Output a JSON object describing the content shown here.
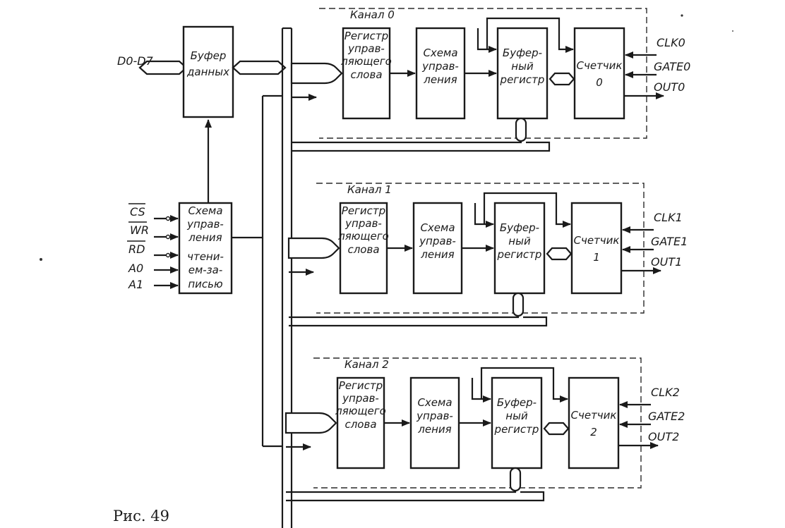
{
  "data_bus_label": "D0-D7",
  "data_buffer": [
    "Буфер",
    "данных"
  ],
  "control_logic": [
    "Схема",
    "управ-",
    "ления",
    "чтени-",
    "ем-за-",
    "писью"
  ],
  "control_signals": [
    "CS",
    "WR",
    "RD",
    "A0",
    "A1"
  ],
  "channels": [
    {
      "title": "Канал 0",
      "control_word_register": [
        "Регистр",
        "управ-",
        "ляющего",
        "слова"
      ],
      "control_circuit": [
        "Схема",
        "управ-",
        "ления"
      ],
      "buffer_register": [
        "Буфер-",
        "ный",
        "регистр"
      ],
      "counter": [
        "Счетчик",
        "0"
      ],
      "signals": [
        "CLK0",
        "GATE0",
        "OUT0"
      ]
    },
    {
      "title": "Канал 1",
      "control_word_register": [
        "Регистр",
        "управ-",
        "ляющего",
        "слова"
      ],
      "control_circuit": [
        "Схема",
        "управ-",
        "ления"
      ],
      "buffer_register": [
        "Буфер-",
        "ный",
        "регистр"
      ],
      "counter": [
        "Счетчик",
        "1"
      ],
      "signals": [
        "CLK1",
        "GATE1",
        "OUT1"
      ]
    },
    {
      "title": "Канал 2",
      "control_word_register": [
        "Регистр",
        "управ-",
        "ляющего",
        "слова"
      ],
      "control_circuit": [
        "Схема",
        "управ-",
        "ления"
      ],
      "buffer_register": [
        "Буфер-",
        "ный",
        "регистр"
      ],
      "counter": [
        "Счетчик",
        "2"
      ],
      "signals": [
        "CLK2",
        "GATE2",
        "OUT2"
      ]
    }
  ],
  "caption": "Рис. 49"
}
